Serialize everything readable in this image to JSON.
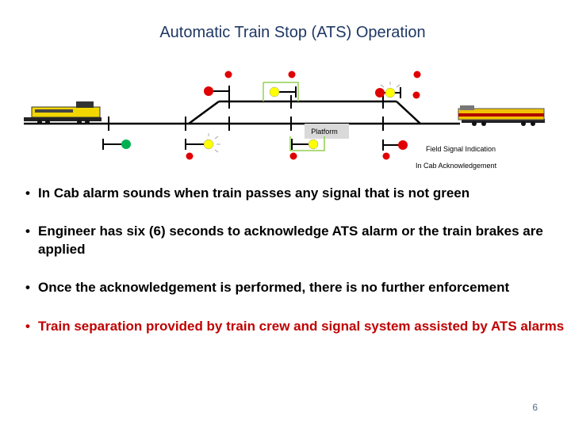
{
  "slide": {
    "title": "Automatic Train Stop (ATS) Operation",
    "page_number": "6"
  },
  "diagram": {
    "platform_label": "Platform",
    "legend_field": "Field Signal Indication",
    "legend_cab": "In Cab Acknowledgement",
    "colors": {
      "red": "#e00000",
      "yellow": "#ffff00",
      "green": "#00b050",
      "track": "#000000",
      "box_border": "#92d050",
      "platform_fill": "#d9d9d9"
    }
  },
  "bullets": [
    {
      "marker": "•",
      "text": "In Cab alarm sounds when train passes any signal that is not green",
      "color": "#000000"
    },
    {
      "marker": "•",
      "text": "Engineer has six (6) seconds to acknowledge ATS alarm or the train brakes are applied",
      "color": "#000000"
    },
    {
      "marker": "•",
      "text": "Once the acknowledgement is performed, there is no further enforcement",
      "color": "#000000"
    },
    {
      "marker": "•",
      "text": "Train separation provided by train crew and signal system assisted by ATS alarms",
      "color": "#c00000"
    }
  ]
}
